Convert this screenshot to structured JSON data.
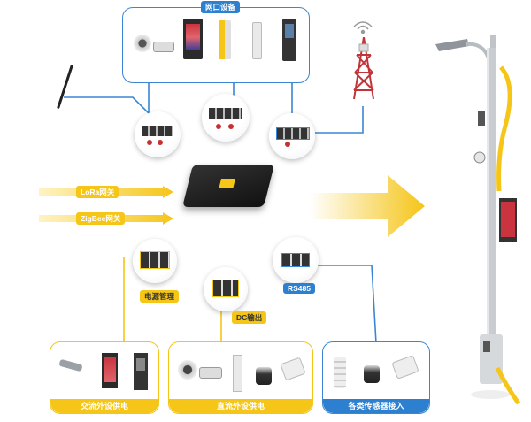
{
  "colors": {
    "yellow": "#f5c518",
    "blue": "#2d7fd0",
    "dark": "#2c2c2c",
    "line": "#3a86d4"
  },
  "top_box": {
    "title": "网口设备"
  },
  "gateways": {
    "lora": "LoRa网关",
    "zigbee": "ZigBee网关"
  },
  "labels": {
    "power": "电源管理",
    "dc": "DC输出",
    "rs485": "RS485"
  },
  "bottom_boxes": {
    "ac": "交流外设供电",
    "dc": "直流外设供电",
    "sensor": "各类传感器接入"
  }
}
